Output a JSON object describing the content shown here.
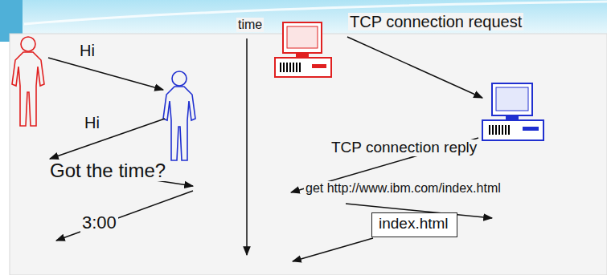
{
  "diagram": {
    "nodes": [
      {
        "text": [
          "index.html"
        ]
      }
    ],
    "labels": [
      "Hi",
      "Hi",
      "Got the time?",
      "3:00",
      "time",
      "TCP connection request",
      "TCP connection reply",
      "get http://www.ibm.com/index.html"
    ]
  }
}
